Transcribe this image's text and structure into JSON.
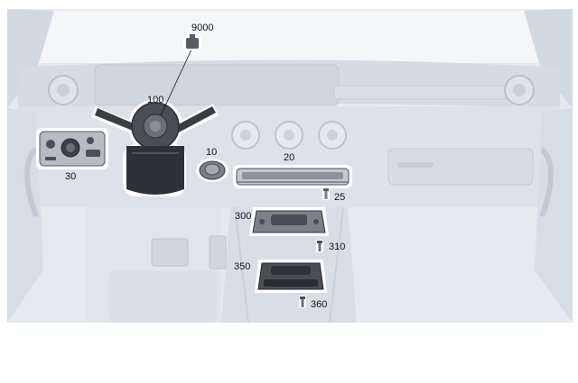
{
  "callouts": {
    "p9000": "9000",
    "p100": "100",
    "p10": "10",
    "p20": "20",
    "p30": "30",
    "p25": "25",
    "p300": "300",
    "p310": "310",
    "p350": "350",
    "p360": "360"
  },
  "colors": {
    "interior": "#e3e7ed",
    "interior_dark": "#cdd3db",
    "interior_line": "#b9c1cc",
    "part_dark": "#3b3d42",
    "part_mid": "#6a6e75",
    "halo": "#ffffff"
  }
}
